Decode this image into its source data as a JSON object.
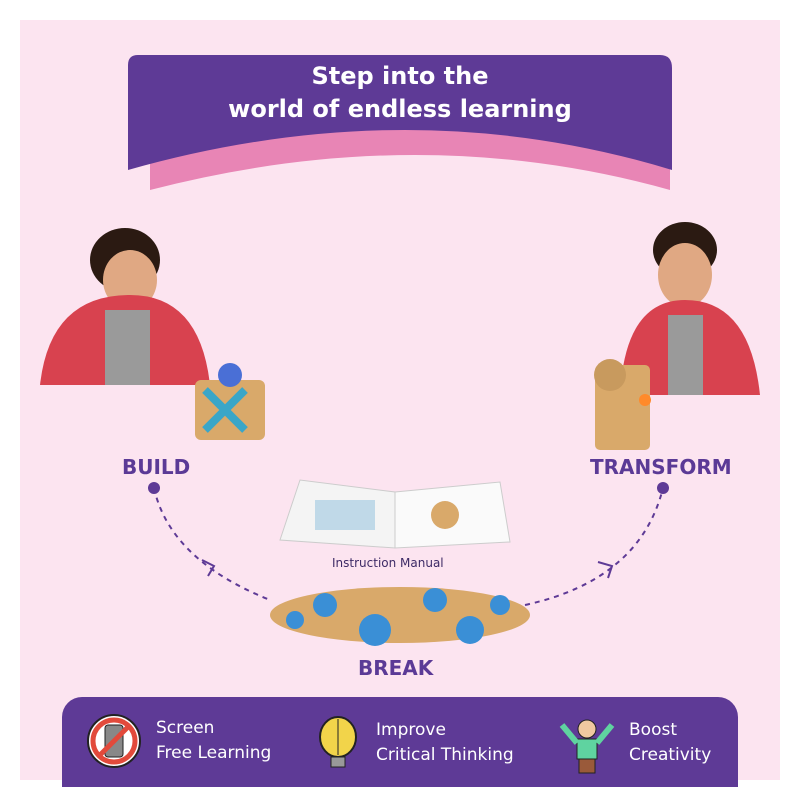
{
  "banner": {
    "line1": "Step into the",
    "line2": "world of endless learning"
  },
  "stages": {
    "build": "BUILD",
    "transform": "TRANSFORM",
    "break": "BREAK",
    "manual": "Instruction Manual"
  },
  "features": [
    {
      "icon": "no-phone-icon",
      "line1": "Screen",
      "line2": "Free Learning"
    },
    {
      "icon": "brain-bulb-icon",
      "line1": "Improve",
      "line2": "Critical Thinking"
    },
    {
      "icon": "cheering-person-icon",
      "line1": "Boost",
      "line2": "Creativity"
    }
  ],
  "colors": {
    "purple": "#5e3a96",
    "pink": "#e885b5",
    "background": "#fce4f0"
  }
}
